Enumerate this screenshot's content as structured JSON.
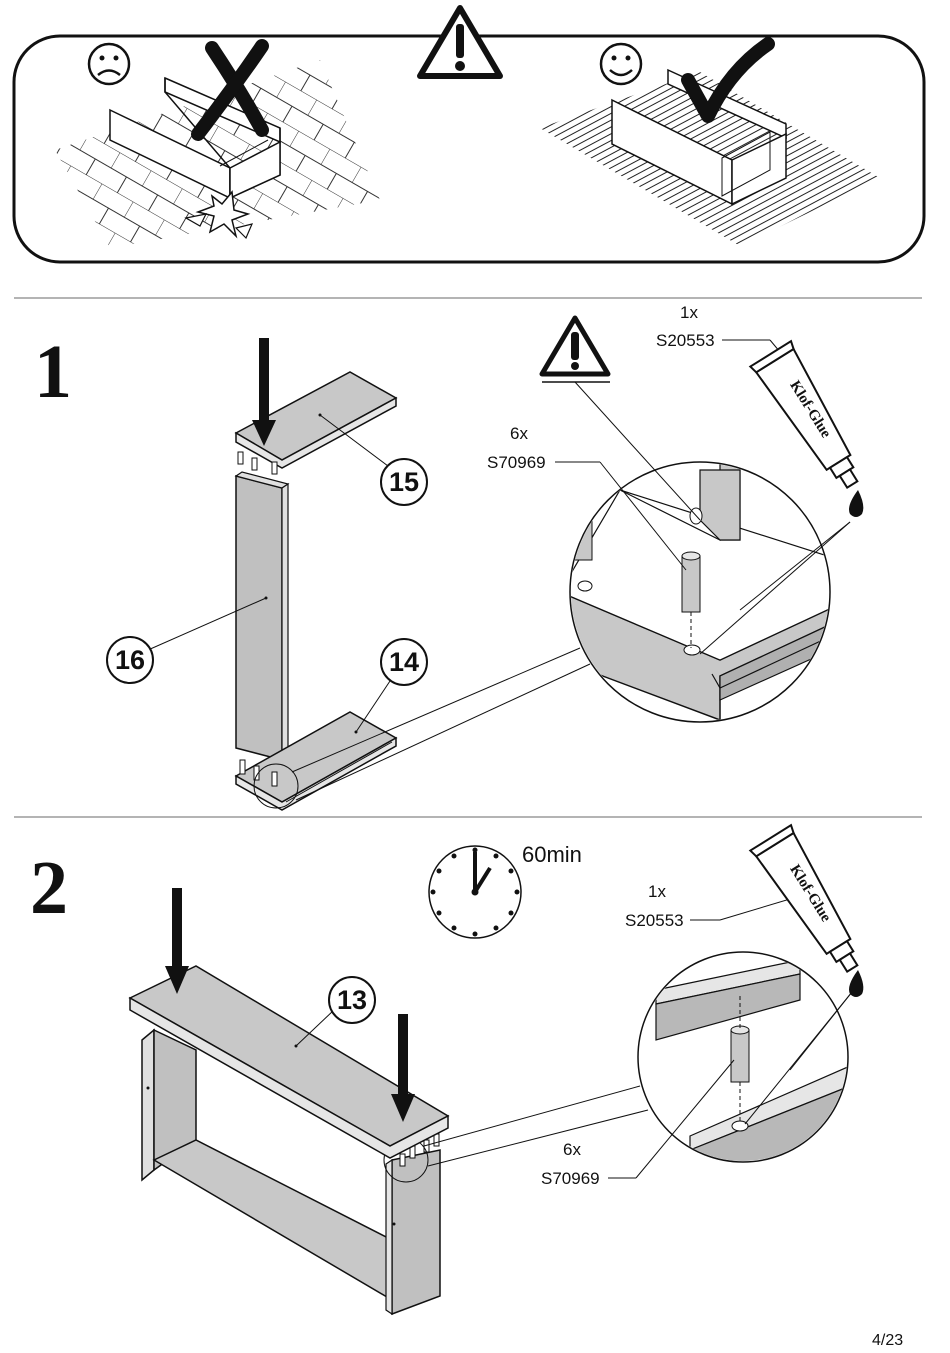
{
  "warning_panel": {
    "sad_face_icon": "sad-face-icon",
    "happy_face_icon": "happy-face-icon",
    "warning_icon": "warning-triangle-icon",
    "wrong_mark_icon": "x-mark-icon",
    "right_mark_icon": "check-mark-icon"
  },
  "step1": {
    "number": "1",
    "glue_qty": "1x",
    "glue_code": "S20553",
    "dowel_qty": "6x",
    "dowel_code": "S70969",
    "glue_tube_text": "Klof-Glue",
    "parts": {
      "top": "15",
      "side": "16",
      "bottom": "14"
    }
  },
  "step2": {
    "number": "2",
    "wait_time": "60min",
    "glue_qty": "1x",
    "glue_code": "S20553",
    "dowel_qty": "6x",
    "dowel_code": "S70969",
    "glue_tube_text": "Klof-Glue",
    "parts": {
      "top": "13"
    }
  },
  "footer": {
    "page_number": "4/23"
  }
}
